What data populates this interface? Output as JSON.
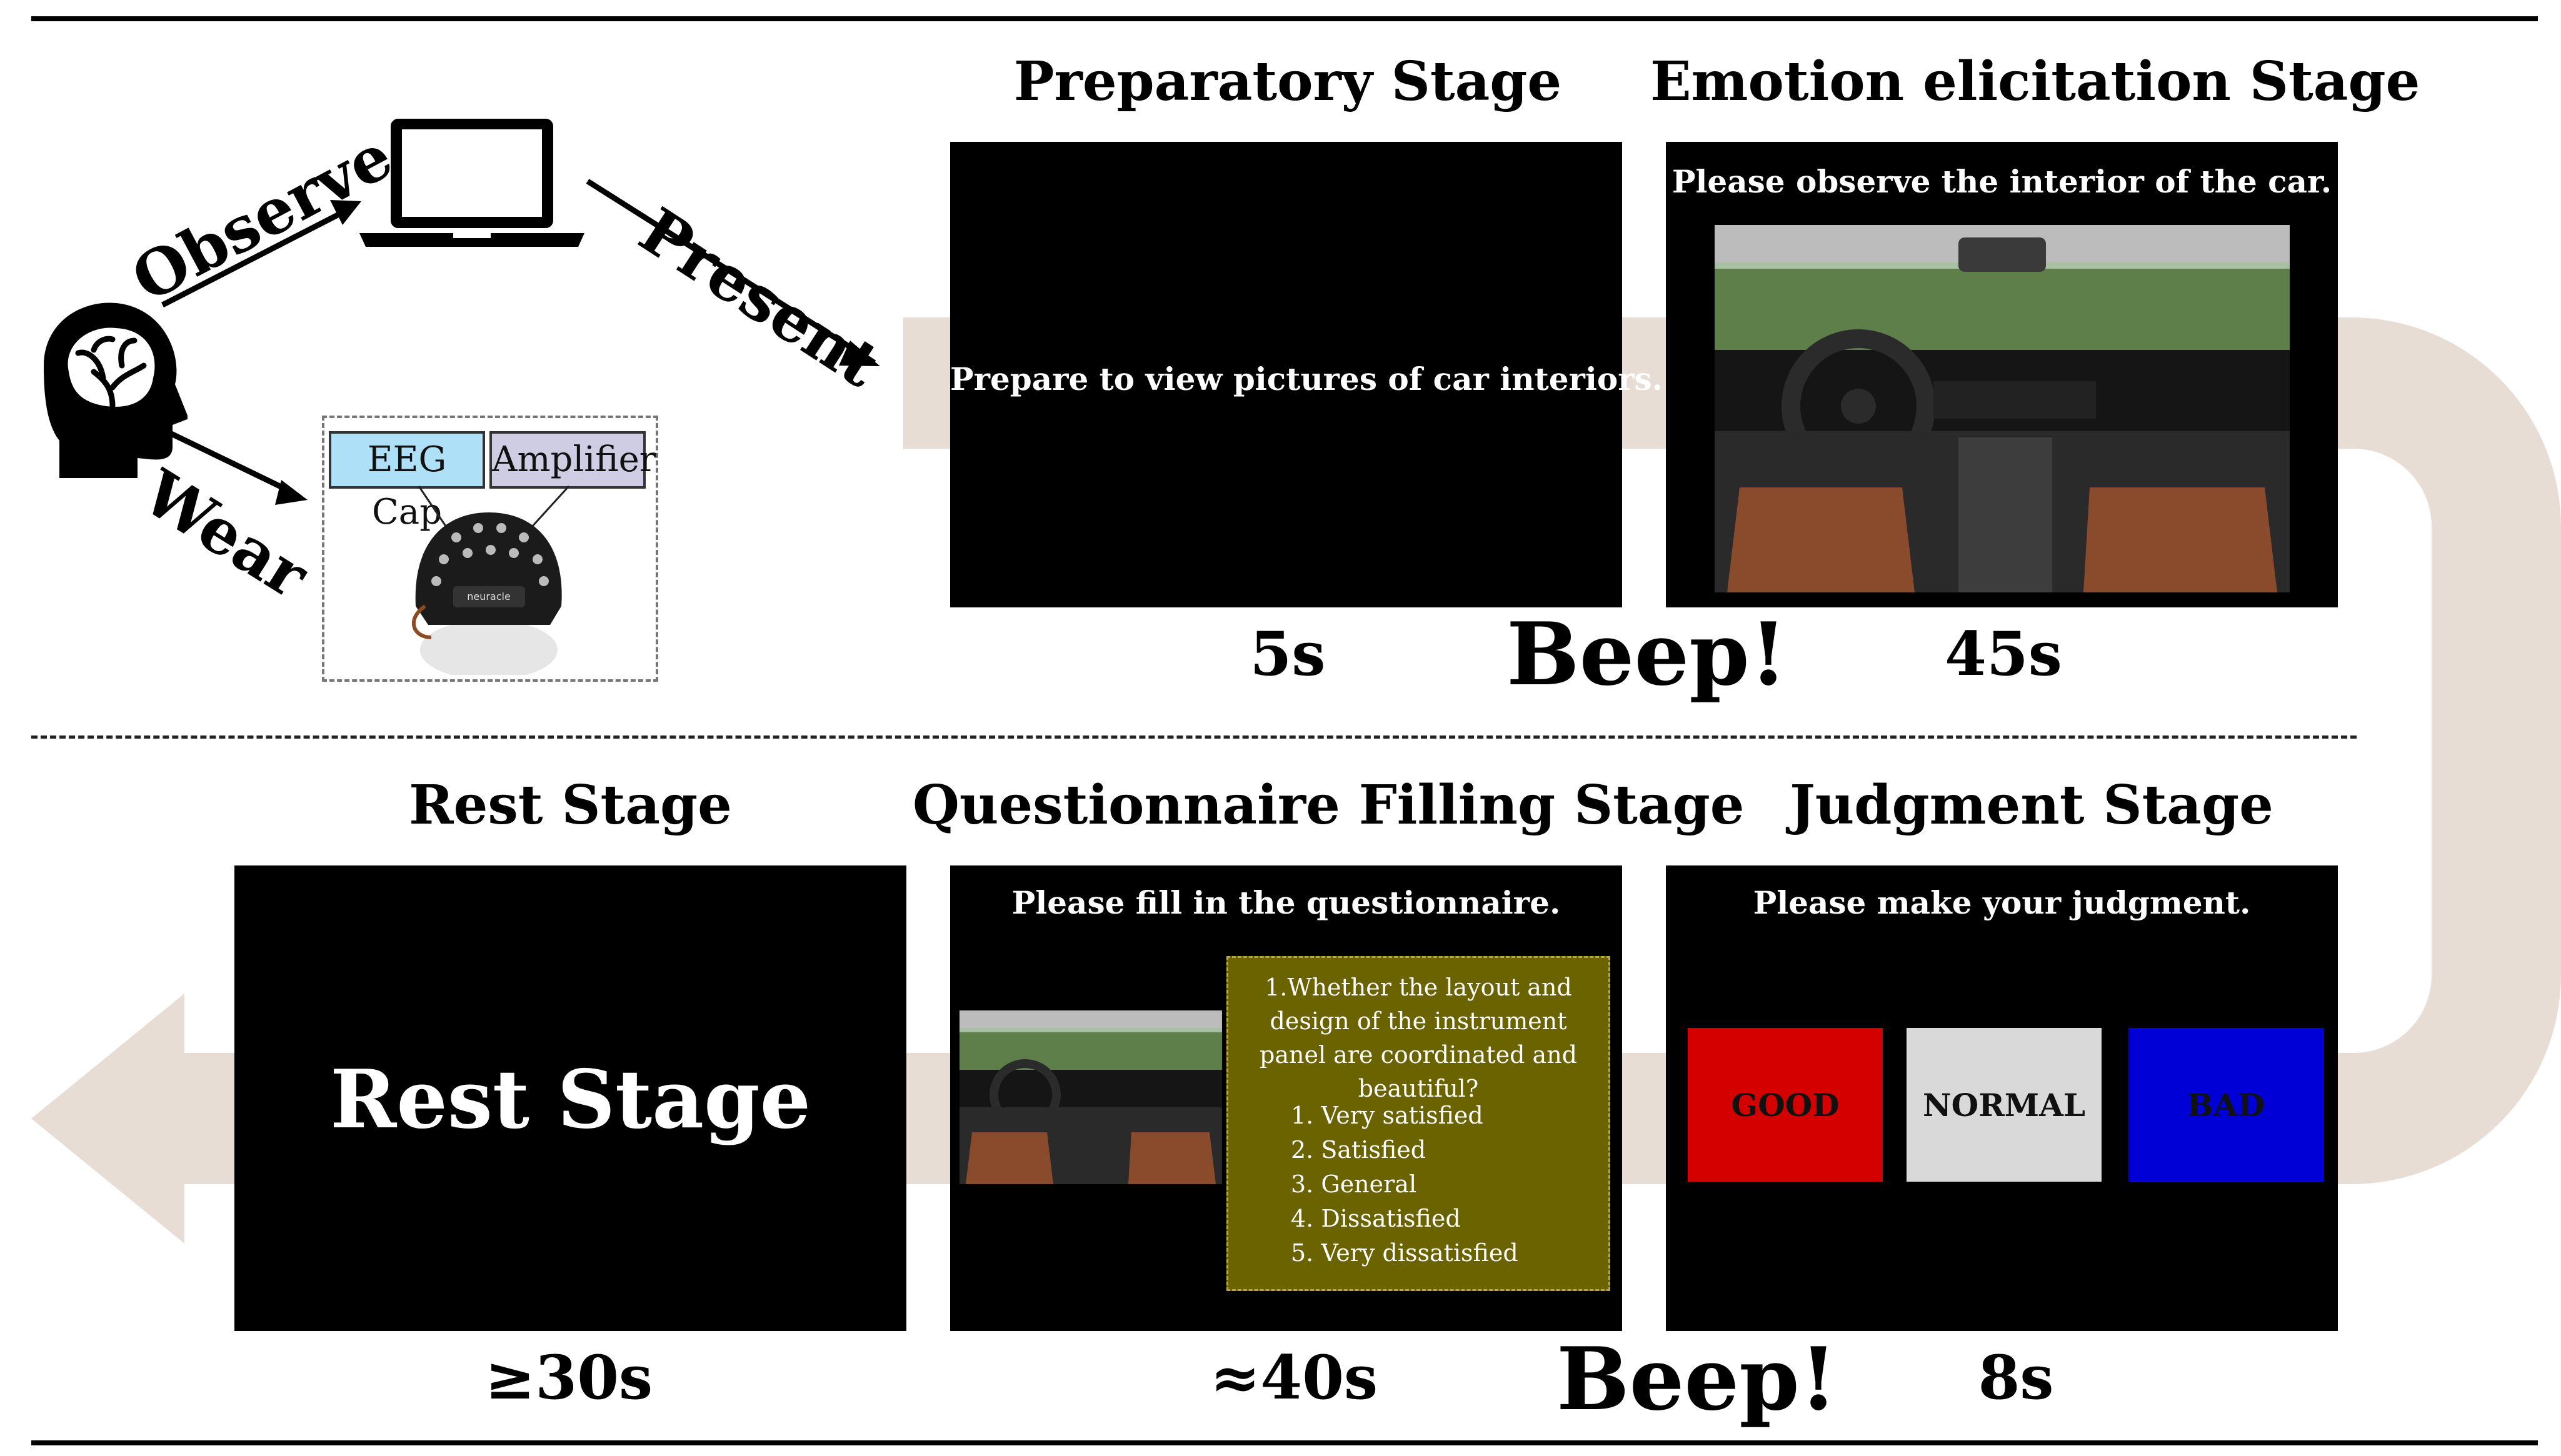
{
  "top_row": {
    "preparatory": {
      "title": "Preparatory Stage",
      "screen_text": "Prepare to view pictures of car interiors.",
      "duration": "5s"
    },
    "emotion": {
      "title": "Emotion elicitation Stage",
      "screen_text": "Please observe the interior of the car.",
      "duration": "45s"
    },
    "beep": "Beep!"
  },
  "bottom_row": {
    "rest": {
      "title": "Rest Stage",
      "screen_text": "Rest Stage",
      "duration": "≥30s"
    },
    "questionnaire": {
      "title": "Questionnaire Filling Stage",
      "screen_text": "Please fill in the questionnaire.",
      "question": "1.Whether the layout and design of the instrument panel are coordinated and beautiful?",
      "options": [
        "1. Very satisfied",
        "2. Satisfied",
        "3. General",
        "4. Dissatisfied",
        "5. Very dissatisfied"
      ],
      "duration": "≈40s"
    },
    "judgment": {
      "title": "Judgment Stage",
      "screen_text": "Please make your judgment.",
      "buttons": [
        {
          "label": "GOOD",
          "color": "#d40000"
        },
        {
          "label": "NORMAL",
          "color": "#d9d9d9"
        },
        {
          "label": "BAD",
          "color": "#0000d6"
        }
      ],
      "duration": "8s"
    },
    "beep": "Beep!"
  },
  "setup": {
    "observe_label": "Observe",
    "present_label": "Present",
    "wear_label": "Wear",
    "eeg_cap_label": "EEG Cap",
    "amplifier_label": "Amplifier"
  },
  "icons": {
    "head": "head-brain-icon",
    "laptop": "laptop-icon",
    "eeg_photo": "eeg-cap-photo"
  },
  "colors": {
    "flow_arrow": "#e8ddd5",
    "eeg_cap_tag": "#aee0f8",
    "amplifier_tag": "#cfcde3",
    "questionnaire_box": "#6b6200",
    "screen": "#000000"
  }
}
